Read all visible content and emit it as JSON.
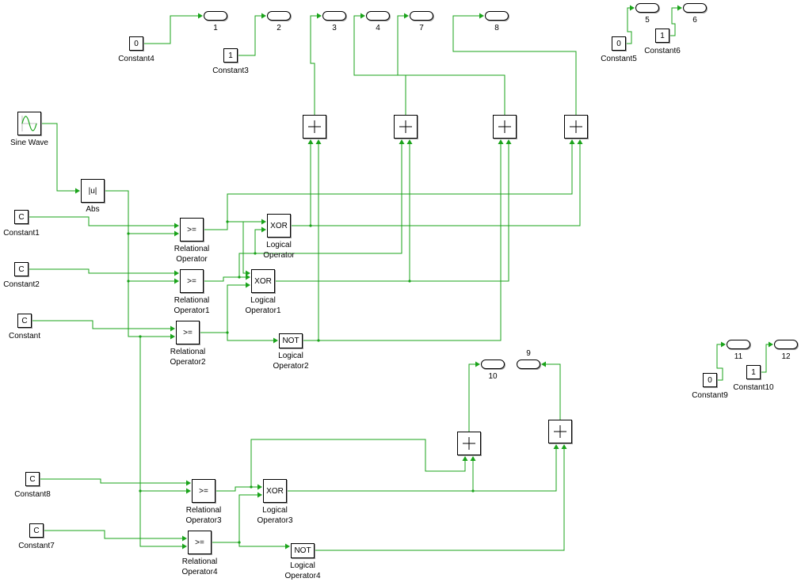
{
  "blocks": {
    "sine": {
      "label": "Sine Wave"
    },
    "abs": {
      "text": "|u|",
      "label": "Abs"
    },
    "constant": {
      "text": "C",
      "label": "Constant"
    },
    "constant1": {
      "text": "C",
      "label": "Constant1"
    },
    "constant2": {
      "text": "C",
      "label": "Constant2"
    },
    "constant3": {
      "text": "1",
      "label": "Constant3"
    },
    "constant4": {
      "text": "0",
      "label": "Constant4"
    },
    "constant5": {
      "text": "0",
      "label": "Constant5"
    },
    "constant6": {
      "text": "1",
      "label": "Constant6"
    },
    "constant7": {
      "text": "C",
      "label": "Constant7"
    },
    "constant8": {
      "text": "C",
      "label": "Constant8"
    },
    "constant9": {
      "text": "0",
      "label": "Constant9"
    },
    "constant10": {
      "text": "1",
      "label": "Constant10"
    },
    "rel0": {
      "text": ">=",
      "label": "Relational\nOperator"
    },
    "rel1": {
      "text": ">=",
      "label": "Relational\nOperator1"
    },
    "rel2": {
      "text": ">=",
      "label": "Relational\nOperator2"
    },
    "rel3": {
      "text": ">=",
      "label": "Relational\nOperator3"
    },
    "rel4": {
      "text": ">=",
      "label": "Relational\nOperator4"
    },
    "log0": {
      "text": "XOR",
      "label": "Logical\nOperator"
    },
    "log1": {
      "text": "XOR",
      "label": "Logical\nOperator1"
    },
    "log2": {
      "text": "NOT",
      "label": "Logical\nOperator2"
    },
    "log3": {
      "text": "XOR",
      "label": "Logical\nOperator3"
    },
    "log4": {
      "text": "NOT",
      "label": "Logical\nOperator4"
    }
  },
  "outports": {
    "o1": "1",
    "o2": "2",
    "o3": "3",
    "o4": "4",
    "o5": "5",
    "o6": "6",
    "o7": "7",
    "o8": "8",
    "o9": "9",
    "o10": "10",
    "o11": "11",
    "o12": "12"
  },
  "colors": {
    "wire": "#1aa31a",
    "block_border": "#000000",
    "shadow": "#9a9a9a"
  }
}
